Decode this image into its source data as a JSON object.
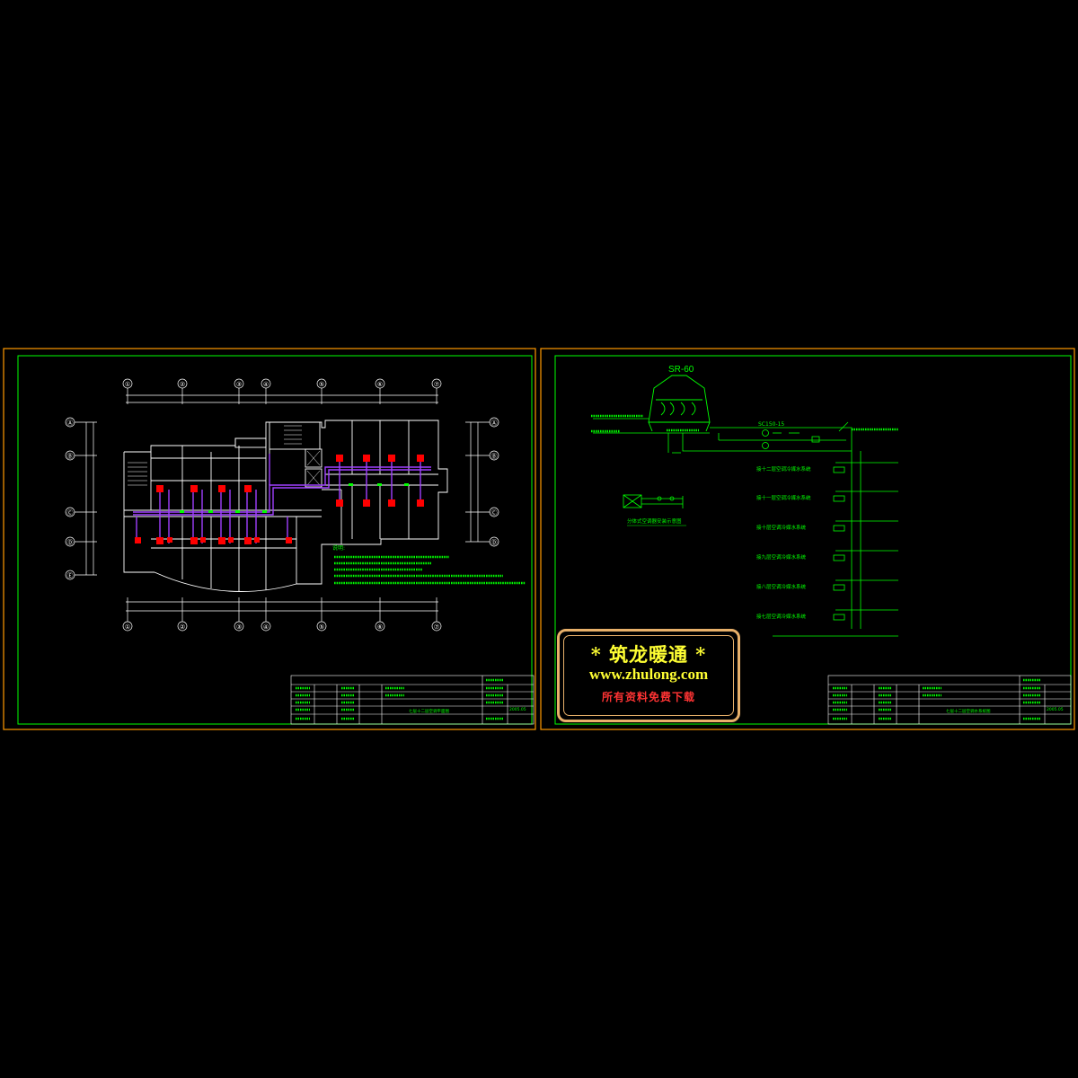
{
  "colors": {
    "background": "#000000",
    "sheet_border": "#ff9900",
    "frame": "#00ff00",
    "wall": "#ffffff",
    "pipe": "#a040ff",
    "fan_coil": "#ff0000",
    "annotation": "#00ff00",
    "badge_text": "#ffff33",
    "badge_sub": "#ff3333",
    "badge_border": "#e8b06a"
  },
  "left_sheet": {
    "grid_axes_top": [
      "①",
      "②",
      "③",
      "④",
      "⑤",
      "⑥",
      "⑦"
    ],
    "grid_axes_bottom": [
      "①",
      "②",
      "③",
      "④",
      "⑤",
      "⑥",
      "⑦"
    ],
    "grid_axes_left": [
      "Ⓐ",
      "Ⓑ",
      "Ⓒ",
      "Ⓓ",
      "Ⓔ"
    ],
    "grid_axes_right": [
      "Ⓐ",
      "Ⓑ",
      "Ⓒ",
      "Ⓓ"
    ],
    "notes_heading": "说明:",
    "drawing_title": "七层十二层空调平面图",
    "date": "2005.05"
  },
  "right_sheet": {
    "cooling_tower_label": "SR-60",
    "pump_label": "SC150-15",
    "system_labels": [
      "接十二层空调冷媒水系统",
      "接十一层空调冷媒水系统",
      "接十层空调冷媒水系统",
      "接九层空调冷媒水系统",
      "接八层空调冷媒水系统",
      "接七层空调冷媒水系统"
    ],
    "detail_caption": "分体式空调器安装示意图",
    "drawing_title": "七层十二层空调水系统图",
    "date": "2005.05"
  },
  "watermark": {
    "title": "* 筑龙暖通 *",
    "url": "www.zhulong.com",
    "subtitle": "所有资料免费下载"
  }
}
